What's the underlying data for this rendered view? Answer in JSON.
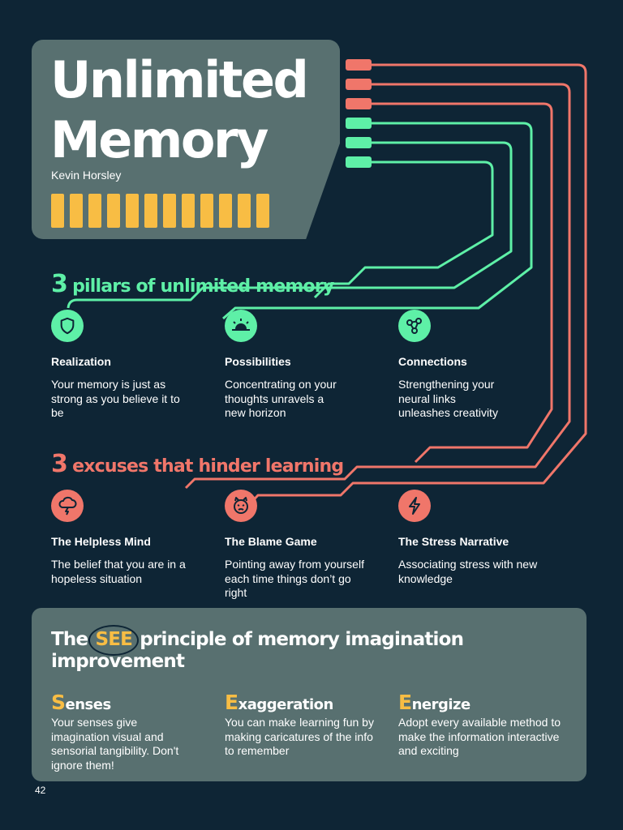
{
  "header": {
    "title_line1": "Unlimited",
    "title_line2": "Memory",
    "author": "Kevin Horsley"
  },
  "pillars": {
    "number": "3",
    "title": "pillars of unlimited memory",
    "items": [
      {
        "icon": "shield-icon",
        "title": "Realization",
        "desc": "Your memory is just as strong as you believe it to be"
      },
      {
        "icon": "sunrise-icon",
        "title": "Possibilities",
        "desc": "Concentrating on your thoughts unravels a new horizon"
      },
      {
        "icon": "network-icon",
        "title": "Connections",
        "desc": "Strengthening your neural links unleashes creativity"
      }
    ]
  },
  "excuses": {
    "number": "3",
    "title": "excuses that hinder learning",
    "items": [
      {
        "icon": "storm-cloud-icon",
        "title": "The Helpless Mind",
        "desc": "The belief that you are in a hopeless situation"
      },
      {
        "icon": "devil-face-icon",
        "title": "The Blame Game",
        "desc": "Pointing away from yourself each time things don’t go right"
      },
      {
        "icon": "lightning-icon",
        "title": "The Stress Narrative",
        "desc": "Associating stress with new knowledge"
      }
    ]
  },
  "see": {
    "title_before": "The",
    "title_highlight": "SEE",
    "title_after": "principle of memory imagination improvement",
    "columns": [
      {
        "letter": "S",
        "rest": "enses",
        "desc": "Your senses give imagination visual and sensorial tangibility. Don't ignore them!"
      },
      {
        "letter": "E",
        "rest": "xaggeration",
        "desc": "You can make learning fun by making caricatures of the info to remember"
      },
      {
        "letter": "E",
        "rest": "nergize",
        "desc": "Adopt every available method to make the information interactive and exciting"
      }
    ]
  },
  "page_number": "42",
  "colors": {
    "background": "#0e2535",
    "card": "#587070",
    "green": "#5ef0a7",
    "red": "#f0766a",
    "yellow": "#f8bd44"
  }
}
